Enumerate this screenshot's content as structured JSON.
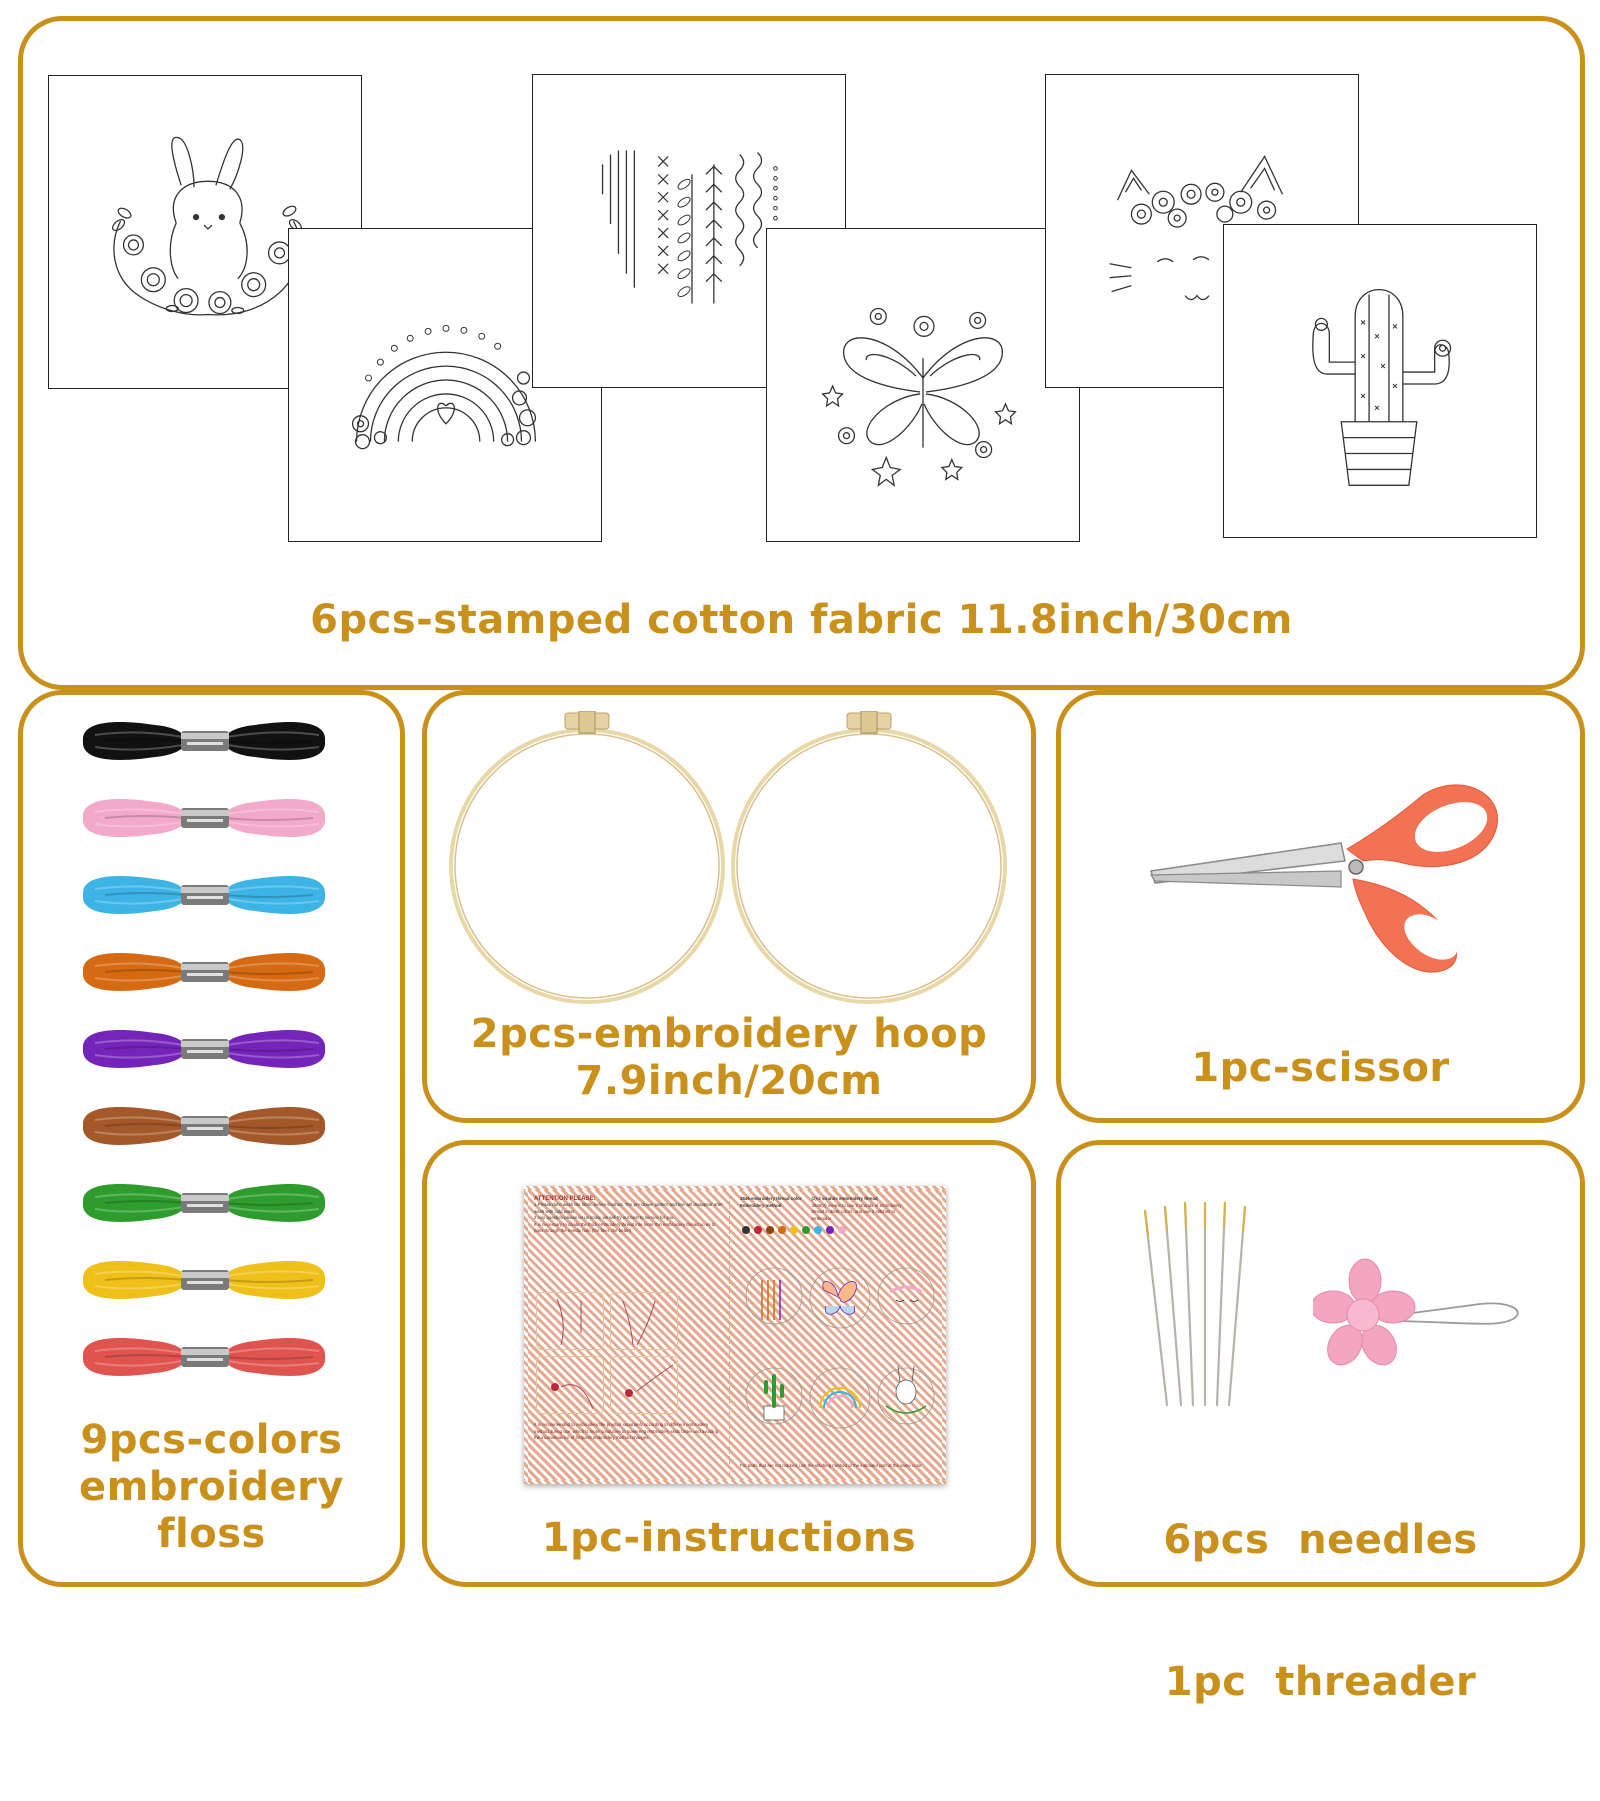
{
  "colors": {
    "accent": "#c9901c"
  },
  "fabric": {
    "caption": "6pcs-stamped cotton fabric 11.8inch/30cm",
    "patterns": [
      "bunny-wreath",
      "rainbow",
      "stitch-sampler",
      "butterfly",
      "cat-flower-crown",
      "cactus"
    ]
  },
  "floss": {
    "caption_line1": "9pcs-colors",
    "caption_line2": "embroidery floss",
    "colors": [
      "#111111",
      "#f3a9c9",
      "#3cb4e6",
      "#d56a12",
      "#7424b8",
      "#a4582a",
      "#2e9c2c",
      "#f0c01a",
      "#e05450"
    ]
  },
  "hoop": {
    "caption_line1": "2pcs-embroidery hoop",
    "caption_line2": "7.9inch/20cm"
  },
  "scissor": {
    "caption": "1pc-scissor"
  },
  "instructions": {
    "caption": "1pc-instructions",
    "sheet": {
      "attention": "ATTENTION PLEASE:",
      "item1": "1.Please don't wash the fabric before finished. The pre-drawn pattern and line will disappear after wash with cold water.",
      "item2": "2.Any question please let us know, we will try our best to service for you.",
      "note1": "It is necessary to divide the thick embroidery thread into more thin embroidery thread so as to pass through the needle hole.(the finer, the better)",
      "note2": "It is recommended to embroidery the product separately according to different embroidery method during use, which is more conducive to mastering embroidery skills faster and avoiding the inconvenience of frequent embroidery method changes.",
      "right_title1": "3846 embroidery thread color",
      "right_title2": "Embroidery method",
      "right_title3": "(2)-2 strands embroidery thread",
      "right_text": "3846(2) means to use 2 strands of embroidery thread in 3846 colors, and use 2 stitches to embroider",
      "footer": "For parts that are not marked, use the stitching method of the indicated part of the same color"
    }
  },
  "needles": {
    "caption_line1": "6pcs  needles",
    "caption_line2": "1pc  threader"
  }
}
